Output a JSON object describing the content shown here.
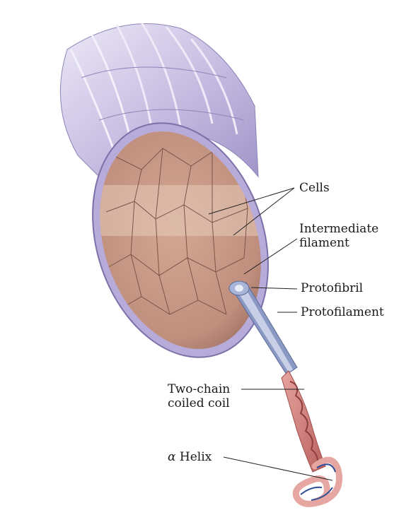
{
  "labels": {
    "cells": "Cells",
    "intermediate_line1": "Intermediate",
    "intermediate_line2": "filament",
    "protofibril": "Protofibril",
    "protofilament": "Protofilament",
    "coiled_line1": "Two-chain",
    "coiled_line2": "coiled coil",
    "helix_symbol": "α",
    "helix_word": "Helix"
  },
  "colors": {
    "tube_outer": "#c9bfe3",
    "tube_shadow": "#9f93c8",
    "tissue": "#c79a86",
    "tissue_dark": "#9b6b5f",
    "filament_blue": "#8a98c4",
    "coil_red": "#d27e7c",
    "helix_blue": "#2e4f95"
  }
}
